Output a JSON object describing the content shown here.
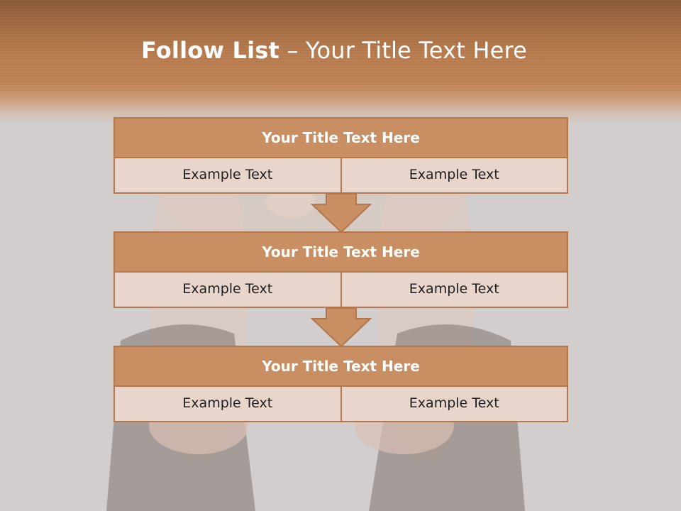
{
  "header": {
    "title_bold": "Follow List",
    "title_dash": " – ",
    "title_rest": "Your Title Text Here"
  },
  "blocks": [
    {
      "title": "Your Title Text Here",
      "left": "Example Text",
      "right": "Example Text"
    },
    {
      "title": "Your Title Text Here",
      "left": "Example Text",
      "right": "Example Text"
    },
    {
      "title": "Your Title Text Here",
      "left": "Example Text",
      "right": "Example Text"
    }
  ],
  "colors": {
    "header": "#bf8252",
    "block_title": "#c98e61",
    "cell": "#e8d6cc",
    "border": "#b4764c",
    "background": "#d2cecd"
  }
}
